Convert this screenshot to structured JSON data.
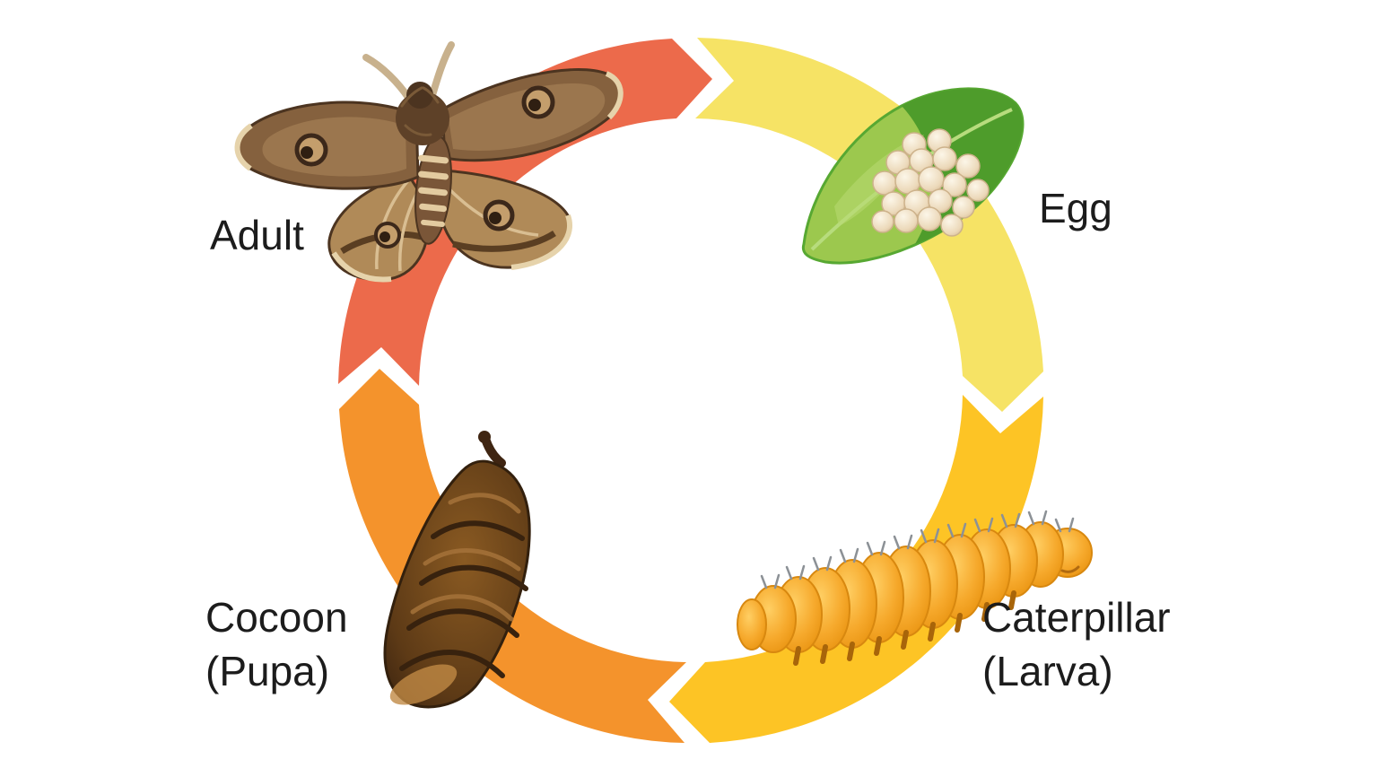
{
  "diagram": {
    "type": "cycle",
    "stages": [
      {
        "id": "adult",
        "label": "Adult",
        "illustration": "moth-with-spread-wings",
        "position": "top-left"
      },
      {
        "id": "egg",
        "label": "Egg",
        "illustration": "green-leaf-with-egg-cluster",
        "position": "top-right"
      },
      {
        "id": "caterpillar",
        "label": "Caterpillar",
        "sublabel": "(Larva)",
        "illustration": "orange-caterpillar",
        "position": "bottom-right"
      },
      {
        "id": "cocoon",
        "label": "Cocoon",
        "sublabel": "(Pupa)",
        "illustration": "brown-cocoon",
        "position": "bottom-left"
      }
    ],
    "arrows": [
      {
        "from": "adult",
        "to": "egg",
        "color_key": "arrow_adult_to_egg"
      },
      {
        "from": "egg",
        "to": "caterpillar",
        "color_key": "arrow_egg_to_caterpillar"
      },
      {
        "from": "caterpillar",
        "to": "cocoon",
        "color_key": "arrow_caterpillar_to_cocoon"
      },
      {
        "from": "cocoon",
        "to": "adult",
        "color_key": "arrow_cocoon_to_adult"
      }
    ],
    "direction": "clockwise"
  },
  "colors": {
    "background": "#ffffff",
    "label_text": "#1c1c1c",
    "arrow_adult_to_egg": "#ec6a4b",
    "arrow_egg_to_caterpillar": "#f6e365",
    "arrow_caterpillar_to_cocoon": "#fdc425",
    "arrow_cocoon_to_adult": "#f4932c"
  }
}
